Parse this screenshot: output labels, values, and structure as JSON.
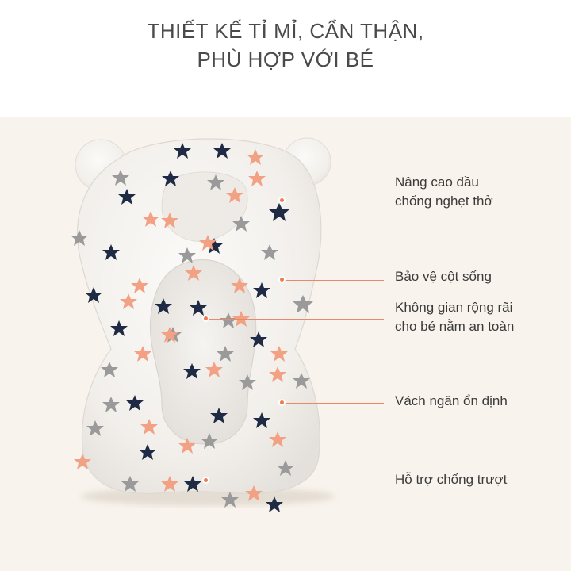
{
  "headline": {
    "line1": "THIẾT KẾ TỈ MỈ, CẨN THẬN,",
    "line2": "PHÙ HỢP VỚI BÉ"
  },
  "product": {
    "image": "baby-bath-cushion-star-pattern"
  },
  "callouts": [
    {
      "line1": "Nâng cao đầu",
      "line2": "chống nghẹt thở"
    },
    {
      "line1": "Bảo vệ cột sống"
    },
    {
      "line1": "Không gian rộng rãi",
      "line2": "cho bé nằm an toàn"
    },
    {
      "line1": "Vách ngăn ổn định"
    },
    {
      "line1": "Hỗ trợ chống trượt"
    }
  ],
  "colors": {
    "panel_bg": "#f8f3ec",
    "accent": "#f07a52",
    "star_navy": "#1f2b45",
    "star_gray": "#9a9a9a",
    "star_peach": "#f2a184",
    "cushion": "#f3f0ec"
  }
}
